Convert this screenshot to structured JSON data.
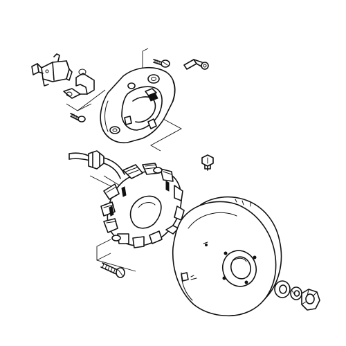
{
  "diagram": {
    "type": "exploded-parts-view",
    "line_color": "#111111",
    "background": "#ffffff",
    "parts": [
      "pickup-coil-sensor",
      "mounting-bracket",
      "small-screw",
      "pulser-base-plate",
      "base-plate-screw",
      "wire-clamp",
      "stator-coil-assembly",
      "wire-harness-grommet",
      "stator-bolt",
      "flywheel-rotor",
      "woodruff-key",
      "flange-bolt",
      "flat-washer",
      "lock-washer",
      "flywheel-nut"
    ]
  }
}
